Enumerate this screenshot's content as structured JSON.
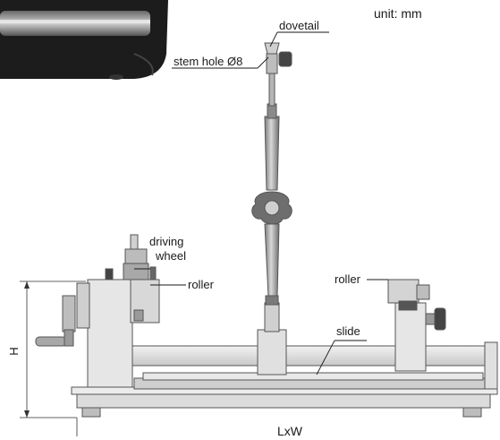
{
  "labels": {
    "unit": "unit: mm",
    "dovetail": "dovetail",
    "stem_hole": "stem hole Ø8",
    "driving_line1": "driving",
    "driving_line2": "wheel",
    "roller_left": "roller",
    "roller_right": "roller",
    "slide": "slide",
    "height": "H",
    "length_width": "LxW"
  },
  "colors": {
    "metal_light": "#e4e4e4",
    "metal_mid": "#cfcfcf",
    "metal_dark": "#8a8a8a",
    "inset_dark": "#1c1c1c"
  }
}
